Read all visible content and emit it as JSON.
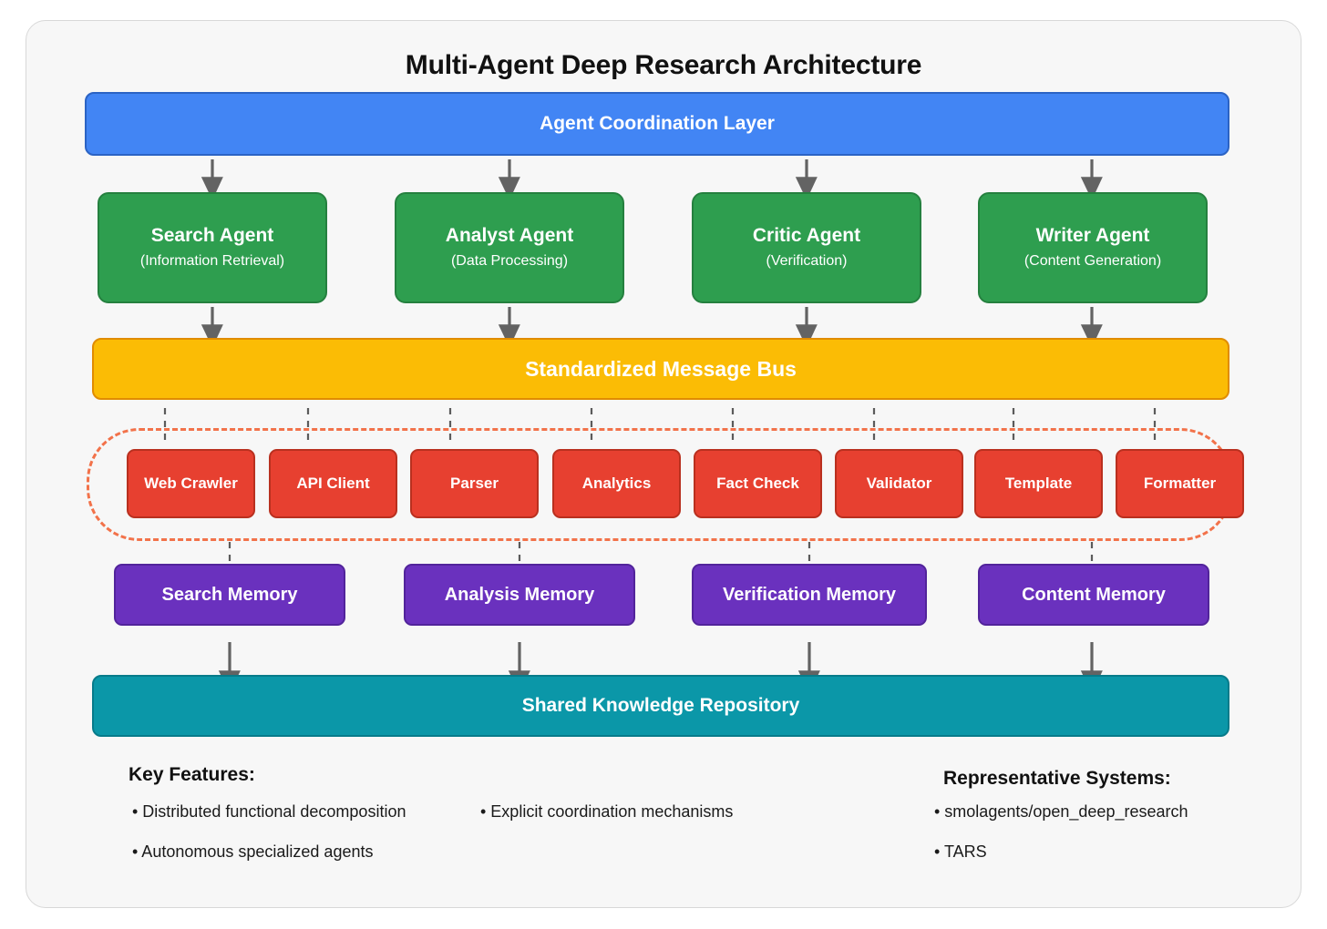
{
  "diagram": {
    "title": "Multi-Agent Deep Research Architecture",
    "coordination_layer": {
      "label": "Agent Coordination Layer",
      "color": "#4285f4"
    },
    "agents": [
      {
        "name": "Search Agent",
        "role": "(Information Retrieval)"
      },
      {
        "name": "Analyst Agent",
        "role": "(Data Processing)"
      },
      {
        "name": "Critic Agent",
        "role": "(Verification)"
      },
      {
        "name": "Writer Agent",
        "role": "(Content Generation)"
      }
    ],
    "agent_color": "#2e9e4f",
    "message_bus": {
      "label": "Standardized Message Bus",
      "color": "#fbbc05"
    },
    "tools": [
      {
        "label": "Web Crawler"
      },
      {
        "label": "API Client"
      },
      {
        "label": "Parser"
      },
      {
        "label": "Analytics"
      },
      {
        "label": "Fact Check"
      },
      {
        "label": "Validator"
      },
      {
        "label": "Template"
      },
      {
        "label": "Formatter"
      }
    ],
    "tool_color": "#e74030",
    "tool_group_border_color": "#f2724a",
    "memories": [
      {
        "label": "Search Memory"
      },
      {
        "label": "Analysis Memory"
      },
      {
        "label": "Verification Memory"
      },
      {
        "label": "Content Memory"
      }
    ],
    "memory_color": "#6a31be",
    "repository": {
      "label": "Shared Knowledge Repository",
      "color": "#0b97a8"
    },
    "connector_color": "#636363"
  },
  "key_features": {
    "heading": "Key Features:",
    "items": [
      "• Distributed functional decomposition",
      "• Autonomous specialized agents",
      "• Explicit coordination mechanisms"
    ]
  },
  "representative_systems": {
    "heading": "Representative Systems:",
    "items": [
      "• smolagents/open_deep_research",
      "• TARS"
    ]
  }
}
